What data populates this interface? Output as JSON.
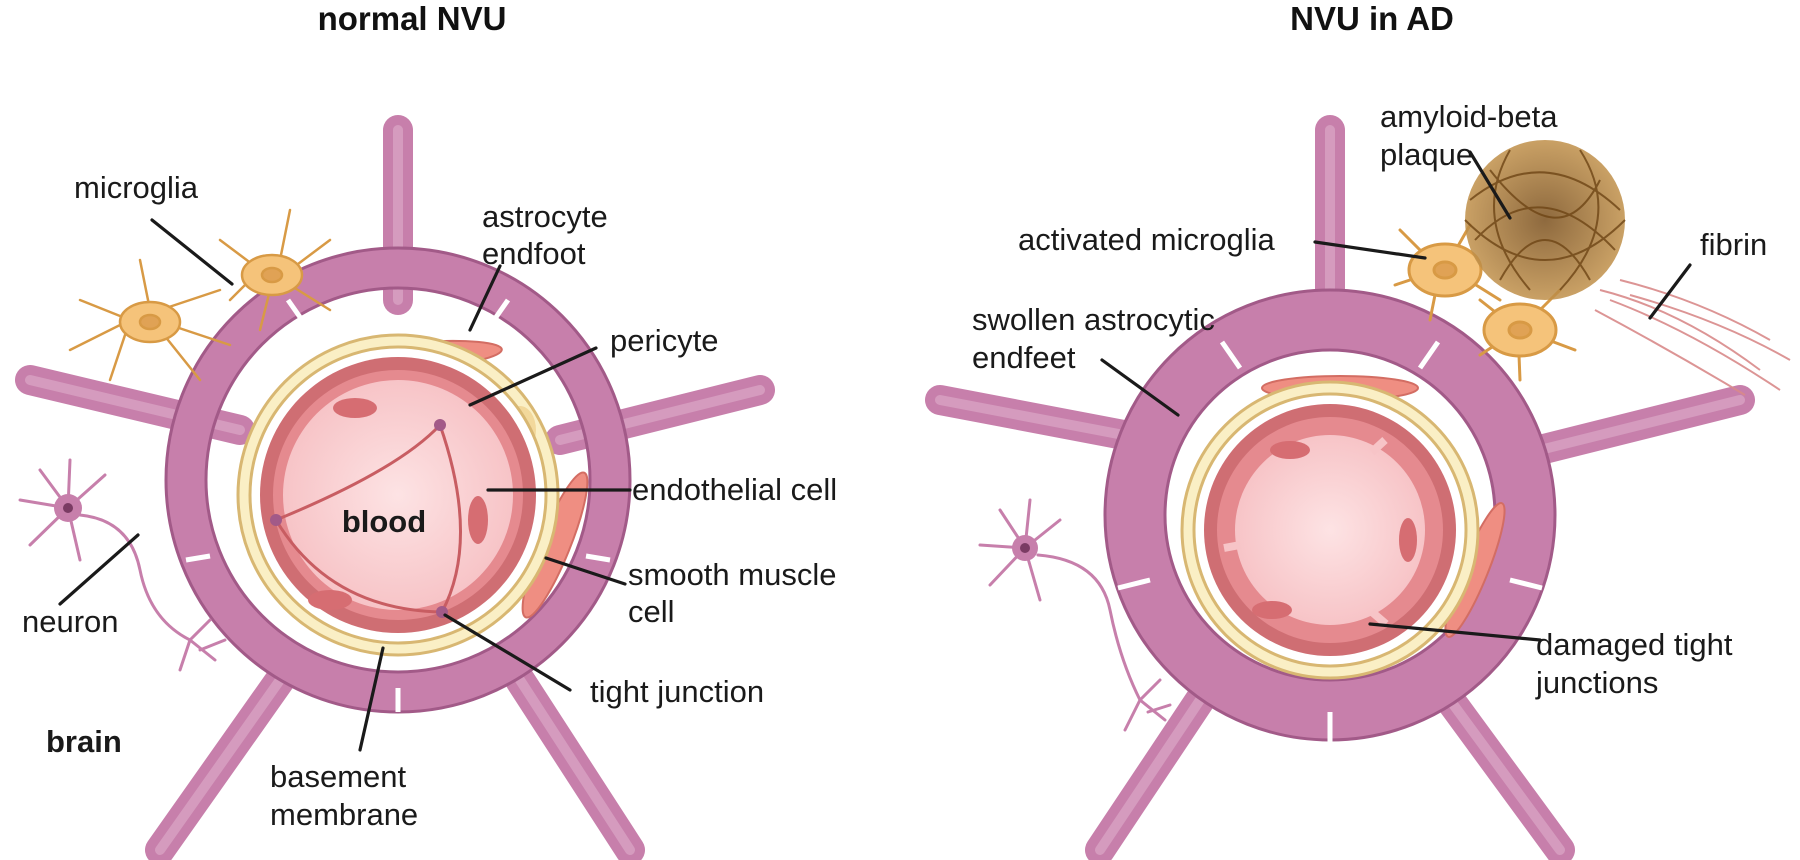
{
  "titles": {
    "normal": "normal NVU",
    "ad": "NVU in AD"
  },
  "normal_labels": {
    "microglia": "microglia",
    "astrocyte_endfoot_1": "astrocyte",
    "astrocyte_endfoot_2": "endfoot",
    "pericyte": "pericyte",
    "endothelial_cell": "endothelial cell",
    "blood": "blood",
    "smooth_muscle_1": "smooth muscle",
    "smooth_muscle_2": "cell",
    "neuron": "neuron",
    "tight_junction": "tight junction",
    "brain": "brain",
    "basement_membrane_1": "basement",
    "basement_membrane_2": "membrane"
  },
  "ad_labels": {
    "amyloid_1": "amyloid-beta",
    "amyloid_2": "plaque",
    "activated_microglia": "activated microglia",
    "fibrin": "fibrin",
    "swollen_1": "swollen astrocytic",
    "swollen_2": "endfeet",
    "damaged_1": "damaged tight",
    "damaged_2": "junctions"
  },
  "colors": {
    "astrocyte": "#c77fab",
    "astrocyte_dark": "#a25a88",
    "microglia": "#f5c37a",
    "microglia_stroke": "#d89a45",
    "vessel_outer": "#cf6e73",
    "vessel_lumen": "#f9cdd0",
    "pericyte": "#faefc5",
    "smooth_muscle": "#ef8e82",
    "plaque": "#9a6b2e",
    "fibrin": "#d98a8a"
  }
}
